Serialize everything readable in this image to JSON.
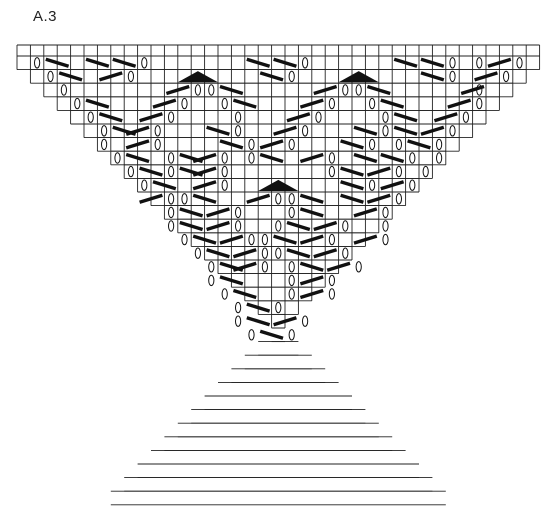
{
  "title": "A.3",
  "grid": {
    "columns": 39,
    "rows": 34,
    "row_decrease_per_side": 1,
    "top_row_width": 39
  },
  "symbols": {
    "yarn_over": "oval",
    "decrease_left": "slanted-bar",
    "decrease_right": "slanted-bar",
    "double_decrease": "black-triangle"
  },
  "colors": {
    "grid_line": "#222222",
    "symbol": "#111111",
    "background": "#ffffff"
  }
}
